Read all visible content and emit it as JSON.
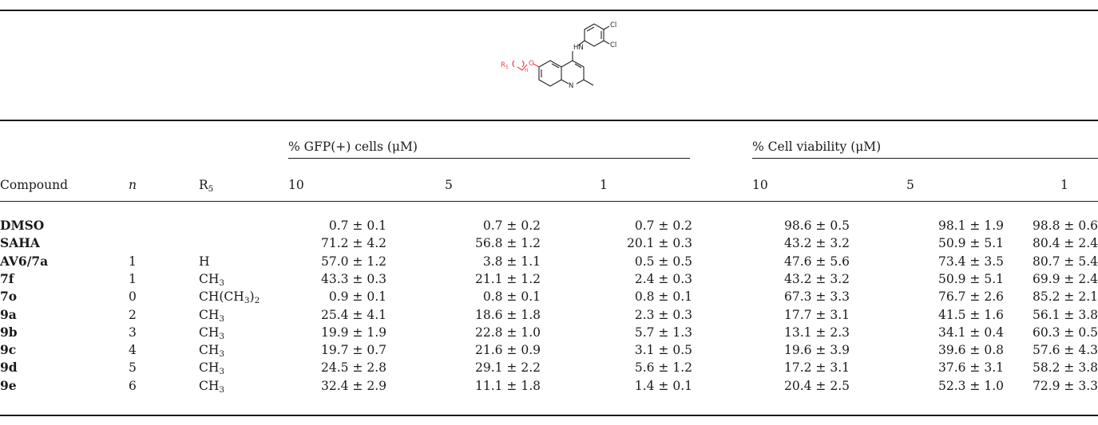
{
  "structure": {
    "label_hn": "HN",
    "label_cl1": "Cl",
    "label_cl2": "Cl",
    "label_o": "O",
    "label_n_ring": "N",
    "label_r5": "R",
    "label_r5_sub": "5",
    "label_n_index": "n",
    "accent_color": "#e8404a"
  },
  "headers": {
    "group_gfp": "% GFP(+) cells (μM)",
    "group_viability": "% Cell viability (μM)",
    "compound": "Compound",
    "n": "n",
    "r5_main": "R",
    "r5_sub": "5",
    "gfp_10": "10",
    "gfp_5": "5",
    "gfp_1": "1",
    "via_10": "10",
    "via_5": "5",
    "via_1": "1"
  },
  "rows": [
    {
      "compound": "DMSO",
      "n": "",
      "r5": "",
      "r5_sub": "",
      "r5_tail": "",
      "r5_sub2": "",
      "g10": "0.7 ± 0.1",
      "g5": "0.7 ± 0.2",
      "g1": "0.7 ± 0.2",
      "v10": "98.6 ± 0.5",
      "v5": "98.1 ± 1.9",
      "v1": "98.8 ± 0.6"
    },
    {
      "compound": "SAHA",
      "n": "",
      "r5": "",
      "r5_sub": "",
      "r5_tail": "",
      "r5_sub2": "",
      "g10": "71.2 ± 4.2",
      "g5": "56.8 ± 1.2",
      "g1": "20.1 ± 0.3",
      "v10": "43.2 ± 3.2",
      "v5": "50.9 ± 5.1",
      "v1": "80.4 ± 2.4"
    },
    {
      "compound": "AV6/",
      "compound_bold": "7a",
      "n": "1",
      "r5": "H",
      "r5_sub": "",
      "r5_tail": "",
      "r5_sub2": "",
      "g10": "57.0 ± 1.2",
      "g5": "3.8 ± 1.1",
      "g1": "0.5 ± 0.5",
      "v10": "47.6 ± 5.6",
      "v5": "73.4 ± 3.5",
      "v1": "80.7 ± 5.4"
    },
    {
      "compound": "",
      "compound_bold": "7f",
      "n": "1",
      "r5": "CH",
      "r5_sub": "3",
      "r5_tail": "",
      "r5_sub2": "",
      "g10": "43.3 ± 0.3",
      "g5": "21.1 ± 1.2",
      "g1": "2.4 ± 0.3",
      "v10": "43.2 ± 3.2",
      "v5": "50.9 ± 5.1",
      "v1": "69.9 ± 2.4"
    },
    {
      "compound": "",
      "compound_bold": "7o",
      "n": "0",
      "r5": "CH(CH",
      "r5_sub": "3",
      "r5_tail": ")",
      "r5_sub2": "2",
      "g10": "0.9 ± 0.1",
      "g5": "0.8 ± 0.1",
      "g1": "0.8 ± 0.1",
      "v10": "67.3 ± 3.3",
      "v5": "76.7 ± 2.6",
      "v1": "85.2 ± 2.1"
    },
    {
      "compound": "",
      "compound_bold": "9a",
      "n": "2",
      "r5": "CH",
      "r5_sub": "3",
      "r5_tail": "",
      "r5_sub2": "",
      "g10": "25.4 ± 4.1",
      "g5": "18.6 ± 1.8",
      "g1": "2.3 ± 0.3",
      "v10": "17.7 ± 3.1",
      "v5": "41.5 ± 1.6",
      "v1": "56.1 ± 3.8"
    },
    {
      "compound": "",
      "compound_bold": "9b",
      "n": "3",
      "r5": "CH",
      "r5_sub": "3",
      "r5_tail": "",
      "r5_sub2": "",
      "g10": "19.9 ± 1.9",
      "g5": "22.8 ± 1.0",
      "g1": "5.7 ± 1.3",
      "v10": "13.1 ± 2.3",
      "v5": "34.1 ± 0.4",
      "v1": "60.3 ± 0.5"
    },
    {
      "compound": "",
      "compound_bold": "9c",
      "n": "4",
      "r5": "CH",
      "r5_sub": "3",
      "r5_tail": "",
      "r5_sub2": "",
      "g10": "19.7 ± 0.7",
      "g5": "21.6 ± 0.9",
      "g1": "3.1 ± 0.5",
      "v10": "19.6 ± 3.9",
      "v5": "39.6 ± 0.8",
      "v1": "57.6 ± 4.3"
    },
    {
      "compound": "",
      "compound_bold": "9d",
      "n": "5",
      "r5": "CH",
      "r5_sub": "3",
      "r5_tail": "",
      "r5_sub2": "",
      "g10": "24.5 ± 2.8",
      "g5": "29.1 ± 2.2",
      "g1": "5.6 ± 1.2",
      "v10": "17.2 ± 3.1",
      "v5": "37.6 ± 3.1",
      "v1": "58.2 ± 3.8"
    },
    {
      "compound": "",
      "compound_bold": "9e",
      "n": "6",
      "r5": "CH",
      "r5_sub": "3",
      "r5_tail": "",
      "r5_sub2": "",
      "g10": "32.4 ± 2.9",
      "g5": "11.1 ± 1.8",
      "g1": "1.4 ± 0.1",
      "v10": "20.4 ± 2.5",
      "v5": "52.3 ± 1.0",
      "v1": "72.9 ± 3.3"
    }
  ]
}
